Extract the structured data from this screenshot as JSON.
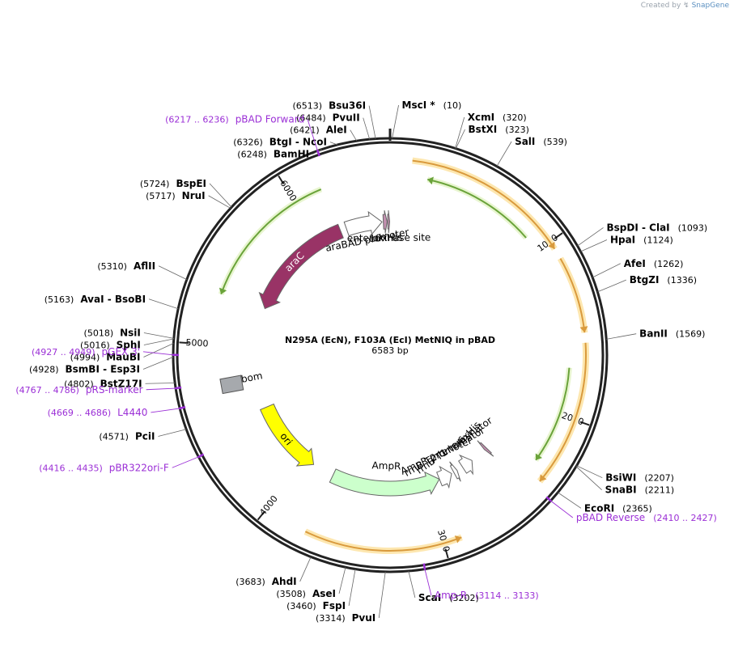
{
  "credit": {
    "prefix": "Created by",
    "brand": "SnapGene"
  },
  "plasmid": {
    "name": "N295A (EcN), F103A (EcI) MetNIQ in pBAD",
    "length_label": "6583 bp",
    "length": 6583
  },
  "ticks": [
    {
      "pos": 1000,
      "label": "1000"
    },
    {
      "pos": 2000,
      "label": "2000"
    },
    {
      "pos": 3000,
      "label": "3000"
    },
    {
      "pos": 4000,
      "label": "4000"
    },
    {
      "pos": 5000,
      "label": "5000"
    },
    {
      "pos": 6000,
      "label": "6000"
    }
  ],
  "enzymes": [
    {
      "name": "MscI *",
      "pos_label": "(10)",
      "pos": 10,
      "side": "right"
    },
    {
      "name": "XcmI",
      "pos_label": "(320)",
      "pos": 320,
      "side": "right"
    },
    {
      "name": "BstXI",
      "pos_label": "(323)",
      "pos": 323,
      "side": "right"
    },
    {
      "name": "SalI",
      "pos_label": "(539)",
      "pos": 539,
      "side": "right"
    },
    {
      "name": "BspDI - ClaI",
      "pos_label": "(1093)",
      "pos": 1093,
      "side": "right"
    },
    {
      "name": "HpaI",
      "pos_label": "(1124)",
      "pos": 1124,
      "side": "right"
    },
    {
      "name": "AfeI",
      "pos_label": "(1262)",
      "pos": 1262,
      "side": "right"
    },
    {
      "name": "BtgZI",
      "pos_label": "(1336)",
      "pos": 1336,
      "side": "right"
    },
    {
      "name": "BanII",
      "pos_label": "(1569)",
      "pos": 1569,
      "side": "right"
    },
    {
      "name": "BsiWI",
      "pos_label": "(2207)",
      "pos": 2207,
      "side": "right"
    },
    {
      "name": "SnaBI",
      "pos_label": "(2211)",
      "pos": 2211,
      "side": "right"
    },
    {
      "name": "EcoRI",
      "pos_label": "(2365)",
      "pos": 2365,
      "side": "right"
    },
    {
      "name": "ScaI",
      "pos_label": "(3202)",
      "pos": 3202,
      "side": "right"
    },
    {
      "name": "PvuI",
      "pos_label": "(3314)",
      "pos": 3314,
      "side": "left"
    },
    {
      "name": "FspI",
      "pos_label": "(3460)",
      "pos": 3460,
      "side": "left"
    },
    {
      "name": "AseI",
      "pos_label": "(3508)",
      "pos": 3508,
      "side": "left"
    },
    {
      "name": "AhdI",
      "pos_label": "(3683)",
      "pos": 3683,
      "side": "left"
    },
    {
      "name": "PciI",
      "pos_label": "(4571)",
      "pos": 4571,
      "side": "left"
    },
    {
      "name": "BstZ17I",
      "pos_label": "(4802)",
      "pos": 4802,
      "side": "left"
    },
    {
      "name": "BsmBI - Esp3I",
      "pos_label": "(4928)",
      "pos": 4928,
      "side": "left"
    },
    {
      "name": "MauBI",
      "pos_label": "(4994)",
      "pos": 4994,
      "side": "left"
    },
    {
      "name": "SphI",
      "pos_label": "(5016)",
      "pos": 5016,
      "side": "left"
    },
    {
      "name": "NsiI",
      "pos_label": "(5018)",
      "pos": 5018,
      "side": "left"
    },
    {
      "name": "AvaI - BsoBI",
      "pos_label": "(5163)",
      "pos": 5163,
      "side": "left"
    },
    {
      "name": "AflII",
      "pos_label": "(5310)",
      "pos": 5310,
      "side": "left"
    },
    {
      "name": "NruI",
      "pos_label": "(5717)",
      "pos": 5717,
      "side": "left"
    },
    {
      "name": "BspEI",
      "pos_label": "(5724)",
      "pos": 5724,
      "side": "left"
    },
    {
      "name": "BamHI",
      "pos_label": "(6248)",
      "pos": 6248,
      "side": "left"
    },
    {
      "name": "BtgI - NcoI",
      "pos_label": "(6326)",
      "pos": 6326,
      "side": "left"
    },
    {
      "name": "AleI",
      "pos_label": "(6421)",
      "pos": 6421,
      "side": "left"
    },
    {
      "name": "PvuII",
      "pos_label": "(6484)",
      "pos": 6484,
      "side": "left"
    },
    {
      "name": "Bsu36I",
      "pos_label": "(6513)",
      "pos": 6513,
      "side": "left"
    }
  ],
  "primers": [
    {
      "name": "pBAD Reverse",
      "range_label": "(2410 .. 2427)",
      "pos": 2418,
      "side": "right"
    },
    {
      "name": "Amp-R",
      "range_label": "(3114 .. 3133)",
      "pos": 3123,
      "side": "right"
    },
    {
      "name": "pBR322ori-F",
      "range_label": "(4416 .. 4435)",
      "pos": 4425,
      "side": "left"
    },
    {
      "name": "L4440",
      "range_label": "(4669 .. 4686)",
      "pos": 4677,
      "side": "left"
    },
    {
      "name": "pRS-marker",
      "range_label": "(4767 .. 4786)",
      "pos": 4776,
      "side": "left"
    },
    {
      "name": "pGEX 3'",
      "range_label": "(4927 .. 4949)",
      "pos": 4938,
      "side": "left"
    },
    {
      "name": "pBAD Forward",
      "range_label": "(6217 .. 6236)",
      "pos": 6226,
      "side": "left"
    }
  ],
  "features": [
    {
      "name": "araC",
      "start": 5310,
      "end": 6186,
      "direction": "ccw",
      "color": "#993366",
      "label_inside": true
    },
    {
      "name": "araBAD promoter",
      "start": 6235,
      "end": 6520,
      "direction": "cw",
      "color": "#ffffff"
    },
    {
      "name": "10xHis",
      "start": 6530,
      "end": 6560,
      "direction": "cw",
      "color": "#c390b0"
    },
    {
      "name": "enterokinase site",
      "start": 6565,
      "end": 6580,
      "direction": "cw",
      "color": "#c390b0"
    },
    {
      "name": "rrnB T1 terminator",
      "start": 2600,
      "end": 2690,
      "direction": "ccw",
      "color": "#ffffff"
    },
    {
      "name": "6xHis",
      "start": 2450,
      "end": 2470,
      "direction": "cw",
      "color": "#c390b0"
    },
    {
      "name": "rrnB T2 terminator",
      "start": 2740,
      "end": 2770,
      "direction": "ccw",
      "color": "#ffffff"
    },
    {
      "name": "AmpR promoter",
      "start": 2790,
      "end": 2895,
      "direction": "ccw",
      "color": "#ffffff"
    },
    {
      "name": "AmpR",
      "start": 2896,
      "end": 3756,
      "direction": "ccw",
      "color": "#ccffcc"
    },
    {
      "name": "ori",
      "start": 3930,
      "end": 4520,
      "direction": "ccw",
      "color": "#ffff00",
      "label_inside": true
    },
    {
      "name": "bom",
      "start": 4700,
      "end": 4790,
      "direction": "none",
      "color": "#a6a9ad"
    }
  ],
  "orfs": [
    {
      "start": 120,
      "end": 1045,
      "direction": "cw",
      "ring": "outer",
      "color": "#d99a3d"
    },
    {
      "start": 1105,
      "end": 1525,
      "direction": "cw",
      "ring": "outer",
      "color": "#d99a3d"
    },
    {
      "start": 1580,
      "end": 2380,
      "direction": "cw",
      "ring": "outer",
      "color": "#d99a3d"
    },
    {
      "start": 2900,
      "end": 3760,
      "direction": "ccw",
      "ring": "outer",
      "color": "#d99a3d"
    },
    {
      "start": 220,
      "end": 900,
      "direction": "ccw",
      "ring": "inner",
      "color": "#6aa33a"
    },
    {
      "start": 1720,
      "end": 2300,
      "direction": "cw",
      "ring": "inner",
      "color": "#6aa33a"
    },
    {
      "start": 5300,
      "end": 6170,
      "direction": "ccw",
      "ring": "inner",
      "color": "#6aa33a"
    }
  ]
}
